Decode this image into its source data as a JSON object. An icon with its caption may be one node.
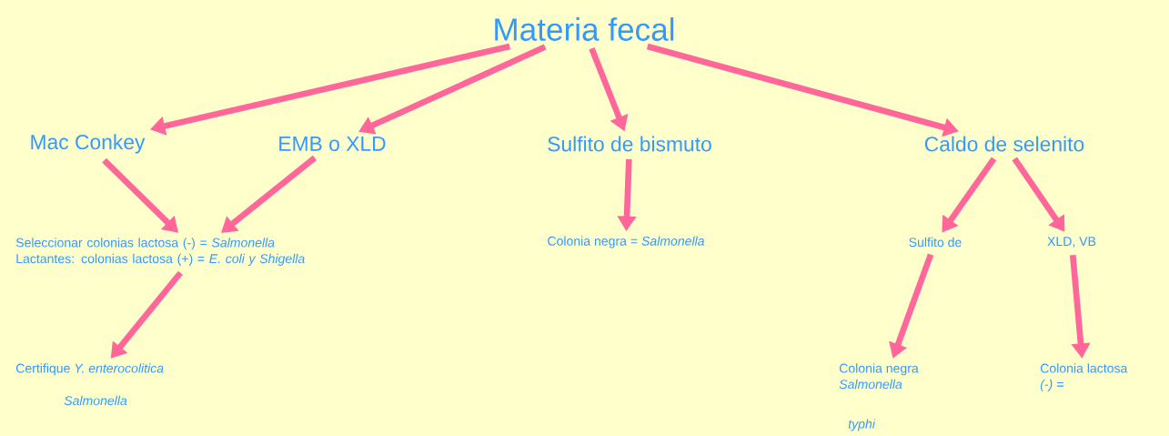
{
  "diagram": {
    "nodes": [
      {
        "text": [
          "Materia fecal"
        ]
      },
      {
        "text": [
          "Mac Conkey"
        ]
      },
      {
        "text": [
          "EMB o XLD"
        ]
      },
      {
        "text": [
          "Sulfito de bismuto"
        ]
      },
      {
        "text": [
          "Caldo de selenito"
        ]
      },
      {
        "text": [
          "Seleccionar colonias lactosa (-) = *Salmonella*",
          "Lactantes: colonias lactosa (+) = *E. coli y Shigella*"
        ]
      },
      {
        "text": [
          "Colonia negra = *Salmonella*"
        ]
      },
      {
        "text": [
          "Sulfito de"
        ]
      },
      {
        "text": [
          "XLD, VB"
        ]
      },
      {
        "text": [
          "Certifique *Y. enterocolitica*",
          "Salmonella"
        ]
      },
      {
        "text": [
          "Colonia negra",
          "Salmonella",
          "typhi"
        ]
      },
      {
        "text": [
          "Colonia lactosa",
          "(-) ="
        ]
      }
    ],
    "edges": [
      {
        "from": 0,
        "to": 1,
        "arrow": "to"
      },
      {
        "from": 0,
        "to": 2,
        "arrow": "to"
      },
      {
        "from": 0,
        "to": 3,
        "arrow": "to"
      },
      {
        "from": 0,
        "to": 4,
        "arrow": "to"
      },
      {
        "from": 1,
        "to": 5,
        "arrow": "to"
      },
      {
        "from": 2,
        "to": 5,
        "arrow": "to"
      },
      {
        "from": 3,
        "to": 6,
        "arrow": "to"
      },
      {
        "from": 4,
        "to": 7,
        "arrow": "to"
      },
      {
        "from": 4,
        "to": 8,
        "arrow": "to"
      },
      {
        "from": 5,
        "to": 9,
        "arrow": "to"
      },
      {
        "from": 7,
        "to": 10,
        "arrow": "to"
      },
      {
        "from": 8,
        "to": 11,
        "arrow": "to"
      }
    ]
  }
}
